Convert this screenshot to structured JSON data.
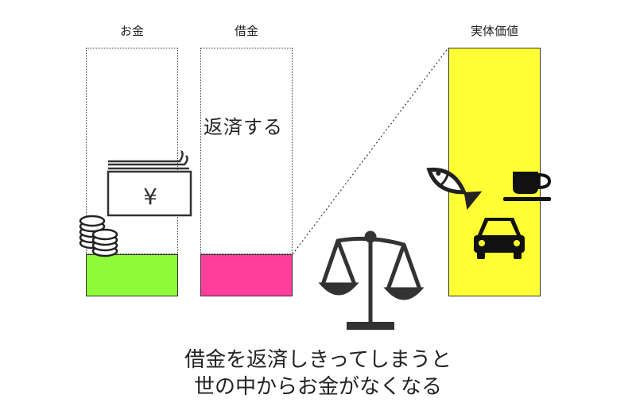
{
  "labels": {
    "money": "お金",
    "debt": "借金",
    "real_value": "実体価値",
    "repay": "返済する",
    "yen_symbol": "¥"
  },
  "caption": {
    "line1": "借金を返済しきってしまうと",
    "line2": "世の中からお金がなくなる"
  },
  "colors": {
    "money_fill": "#8dfa3a",
    "debt_fill": "#ff3d9a",
    "real_value_fill": "#ffff33"
  },
  "icons": [
    "banknote-icon",
    "coin-stack-icon",
    "scale-icon",
    "fish-icon",
    "coffee-cup-icon",
    "car-icon"
  ]
}
